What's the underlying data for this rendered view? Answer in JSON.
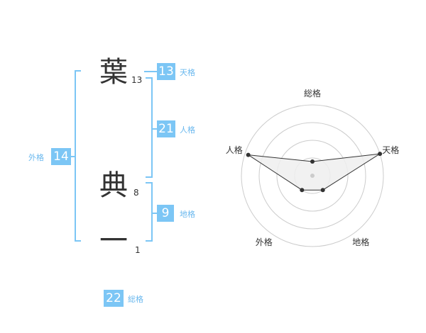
{
  "name_chars": [
    {
      "char": "葉",
      "strokes": "13"
    },
    {
      "char": "典",
      "strokes": "8"
    },
    {
      "char": "一",
      "strokes": "1"
    }
  ],
  "kakusu": {
    "tenkaku": {
      "value": "13",
      "label": "天格"
    },
    "jinkaku": {
      "value": "21",
      "label": "人格"
    },
    "chikaku": {
      "value": "9",
      "label": "地格"
    },
    "gaikaku": {
      "value": "14",
      "label": "外格"
    },
    "soukaku": {
      "value": "22",
      "label": "総格"
    }
  },
  "colors": {
    "accent": "#7cc6f5",
    "accent_text": "#6ab8ee",
    "bracket": "#7cc6f5",
    "text": "#333333",
    "grid": "#cccccc",
    "radar_fill": "#eeeeee",
    "radar_point": "#333333",
    "center_point": "#cccccc"
  },
  "chart_data": {
    "type": "radar",
    "axes": [
      "総格",
      "天格",
      "地格",
      "外格",
      "人格"
    ],
    "values": [
      0.2,
      1.0,
      0.25,
      0.25,
      0.95
    ],
    "rings": 4,
    "grid": true
  }
}
